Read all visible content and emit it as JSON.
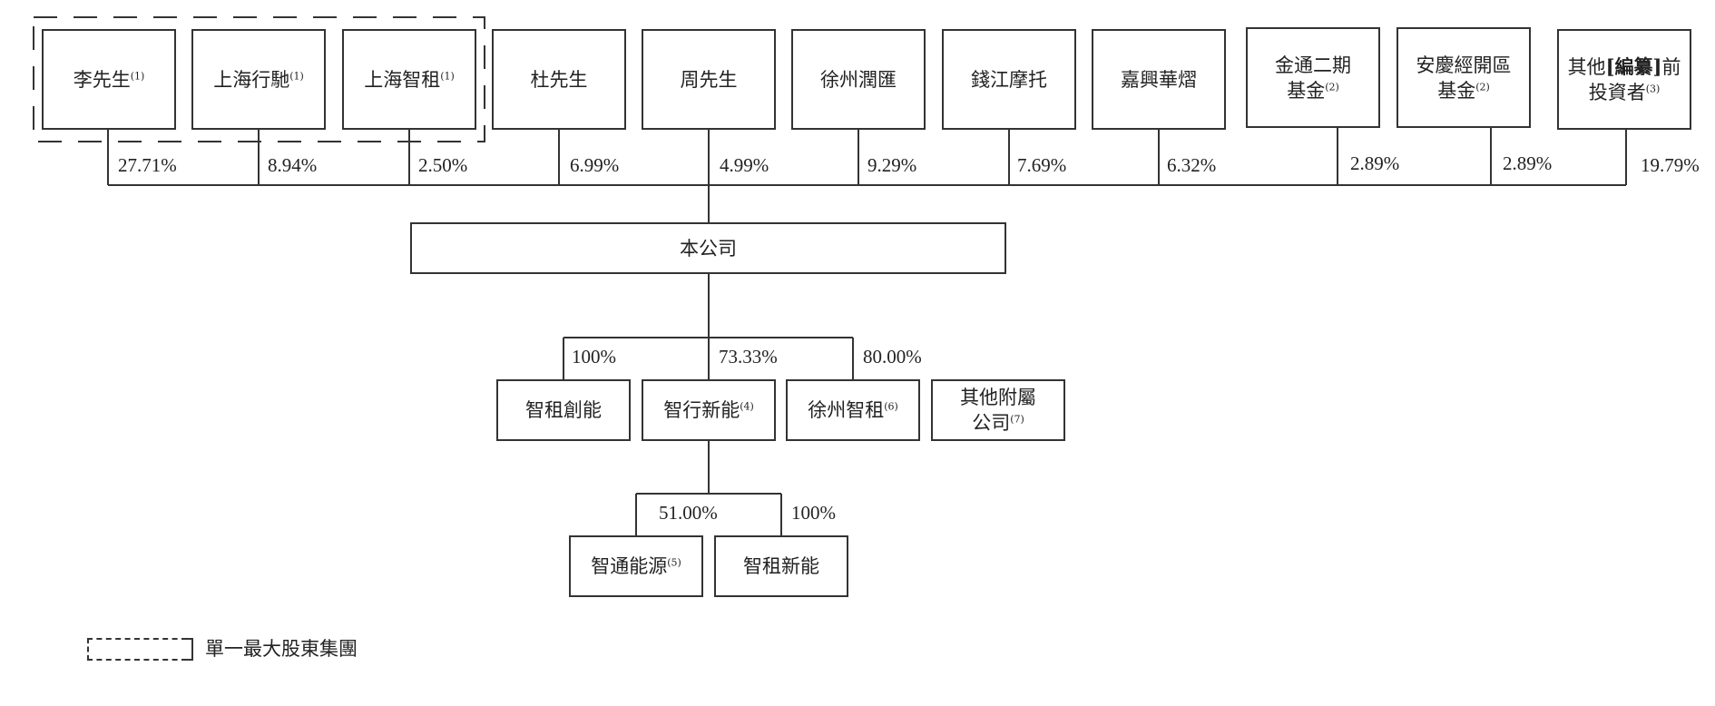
{
  "shareholders": [
    {
      "id": "li",
      "label": "李先生",
      "note": "(1)",
      "stake": "27.71%"
    },
    {
      "id": "sh-xingchi",
      "label": "上海行馳",
      "note": "(1)",
      "stake": "8.94%"
    },
    {
      "id": "sh-zhizu",
      "label": "上海智租",
      "note": "(1)",
      "stake": "2.50%"
    },
    {
      "id": "du",
      "label": "杜先生",
      "note": "",
      "stake": "6.99%"
    },
    {
      "id": "zhou",
      "label": "周先生",
      "note": "",
      "stake": "4.99%"
    },
    {
      "id": "xz-runhui",
      "label": "徐州潤匯",
      "note": "",
      "stake": "9.29%"
    },
    {
      "id": "qj-moto",
      "label": "錢江摩托",
      "note": "",
      "stake": "7.69%"
    },
    {
      "id": "jx-huayu",
      "label": "嘉興華熠",
      "note": "",
      "stake": "6.32%"
    },
    {
      "id": "jt-fund",
      "label": "金通二期",
      "label2": "基金",
      "note": "(2)",
      "stake": "2.89%"
    },
    {
      "id": "aq-fund",
      "label": "安慶經開區",
      "label2": "基金",
      "note": "(2)",
      "stake": "2.89%"
    },
    {
      "id": "others",
      "label_pre": "其他",
      "label_bold": "[編纂]",
      "label_post": "前",
      "label2": "投資者",
      "note": "(3)",
      "stake": "19.79%"
    }
  ],
  "company": {
    "label": "本公司"
  },
  "subsidiaries": [
    {
      "id": "zz-chuangneng",
      "label": "智租創能",
      "note": "",
      "stake": "100%"
    },
    {
      "id": "zx-xinneng",
      "label": "智行新能",
      "note": "(4)",
      "stake": "73.33%"
    },
    {
      "id": "xz-zhizu",
      "label": "徐州智租",
      "note": "(6)",
      "stake": "80.00%"
    },
    {
      "id": "other-affil",
      "label": "其他附屬",
      "label2": "公司",
      "note": "(7)"
    }
  ],
  "sub_subsidiaries": [
    {
      "id": "zt-nengyuan",
      "label": "智通能源",
      "note": "(5)",
      "stake": "51.00%"
    },
    {
      "id": "zz-xinneng",
      "label": "智租新能",
      "note": "",
      "stake": "100%"
    }
  ],
  "legend": {
    "label": "單一最大股東集團"
  }
}
